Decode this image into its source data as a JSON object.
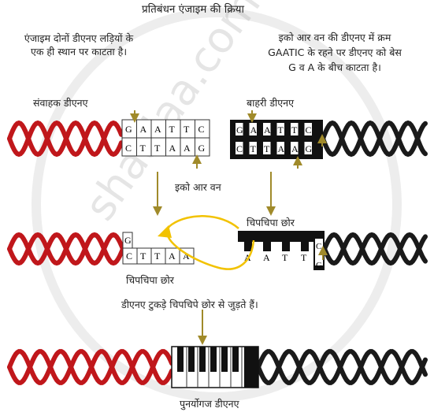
{
  "title": "प्रतिबंधन एंजाइम की क्रिया",
  "left_note": [
    "एंजाइम दोनों डीएनए लड़ियों के",
    "एक ही स्थान पर काटता है।"
  ],
  "right_note": [
    "इको आर वन की डीएनए में क्रम",
    "GAATIC के रहने पर डीएनए को बेस",
    "G व A के बीच काटता है।"
  ],
  "label_vector": "संवाहक डीएनए",
  "label_foreign": "बाहरी डीएनए",
  "label_ecori": "इको आर वन",
  "label_sticky_right": "चिपचिपा छोर",
  "label_sticky_left": "चिपचिपा छोर",
  "label_join": "डीएनए टुकड़े चिपचिपे छोर से जुड़ते हैं।",
  "label_recombinant": "पुनर्योगज डीएनए",
  "seq_top": [
    "G",
    "A",
    "A",
    "T",
    "T",
    "C"
  ],
  "seq_bottom": [
    "C",
    "T",
    "T",
    "A",
    "A",
    "G"
  ],
  "sticky_left_top": "G",
  "sticky_left_bottom": [
    "C",
    "T",
    "T",
    "A",
    "A"
  ],
  "sticky_right_top": [
    "A",
    "A",
    "T",
    "T"
  ],
  "sticky_right_cut": [
    "C",
    "G"
  ],
  "watermark": "shaalaa.com",
  "colors": {
    "red_strand": "#c0171b",
    "black_strand": "#1a1a1a",
    "arrow": "#a08a2a",
    "curve": "#f2c200"
  }
}
